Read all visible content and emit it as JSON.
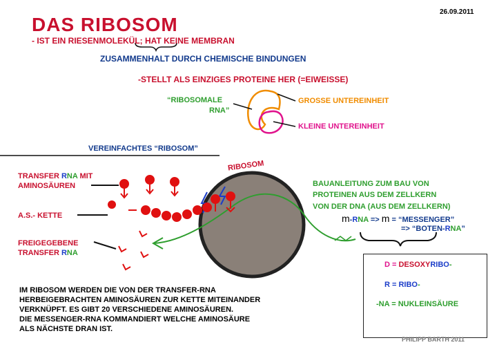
{
  "header": {
    "title": "DAS RIBOSOM",
    "date": "26.09.2011",
    "subtitle": "- IST EIN RIESENMOLEKÜL; HAT KEINE MEMBRAN"
  },
  "facts": {
    "cohesion": "ZUSAMMENHALT DURCH CHEMISCHE BINDUNGEN",
    "proteins": "-STELLT ALS EINZIGES PROTEINE HER (=EIWEISSE)"
  },
  "subunits": {
    "rrna_line1": "“RIBOSOMALE",
    "rrna_line2": "RNA”",
    "large": "GROSSE UNTEREINHEIT",
    "small": "KLEINE UNTEREINHEIT"
  },
  "simplified": {
    "heading": "VEREINFACHTES “RIBOSOM”",
    "ribosome_label": "RIBOSOM"
  },
  "left_labels": {
    "trna_a": "TRANSFER ",
    "trna_r": "R",
    "trna_na": "NA",
    "trna_mit": " MIT",
    "trna_line2": "AMINOSÄUREN",
    "chain": "A.S.- KETTE",
    "freed_line1": "FREIGEGEBENE",
    "freed_a": "TRANSFER ",
    "freed_r": "R",
    "freed_na": "NA"
  },
  "right_labels": {
    "bau_line1": "BAUANLEITUNG ZUM BAU VON",
    "bau_line2": "PROTEINEN AUS DEM ZELLKERN",
    "bau_line3": "VON DER DNA (AUS DEM ZELLKERN)",
    "mrna_m": "m",
    "mrna_dash": "-",
    "mrna_r": "R",
    "mrna_na": "NA",
    "mrna_arrow": " => ",
    "mrna_m2": "m",
    "mrna_messenger": " = “MESSENGER”",
    "boten_pre": "=> “BOTEN-",
    "boten_r": "R",
    "boten_na": "NA",
    "boten_post": "”"
  },
  "legend": {
    "d_pre": "D = ",
    "d_desoxy": "DESOXY",
    "d_ribo": "RIBO",
    "d_dash": "-",
    "r_pre": "R = ",
    "r_ribo": "RIBO",
    "r_dash": "-",
    "na_pre": "-NA = ",
    "na_word": "NUKLEINSÄURE"
  },
  "summary": [
    "IM RIBOSOM WERDEN DIE VON DER TRANSFER-RNA",
    "HERBEIGEBRACHTEN AMINOSÄUREN ZUR KETTE MITEINANDER",
    "VERKNÜPFT. ES GIBT 20 VERSCHIEDENE AMINOSÄUREN.",
    "DIE MESSENGER-RNA KOMMANDIERT WELCHE AMINOSÄURE",
    "ALS NÄCHSTE DRAN IST."
  ],
  "author": "PHILIPP BARTH 2011",
  "colors": {
    "red": "#c8102e",
    "dark_blue": "#123a8c",
    "blue": "#1a3cc8",
    "green": "#2e9e2e",
    "orange": "#f08c00",
    "pink": "#e0138c",
    "ribosome_gray": "#8a8078"
  }
}
